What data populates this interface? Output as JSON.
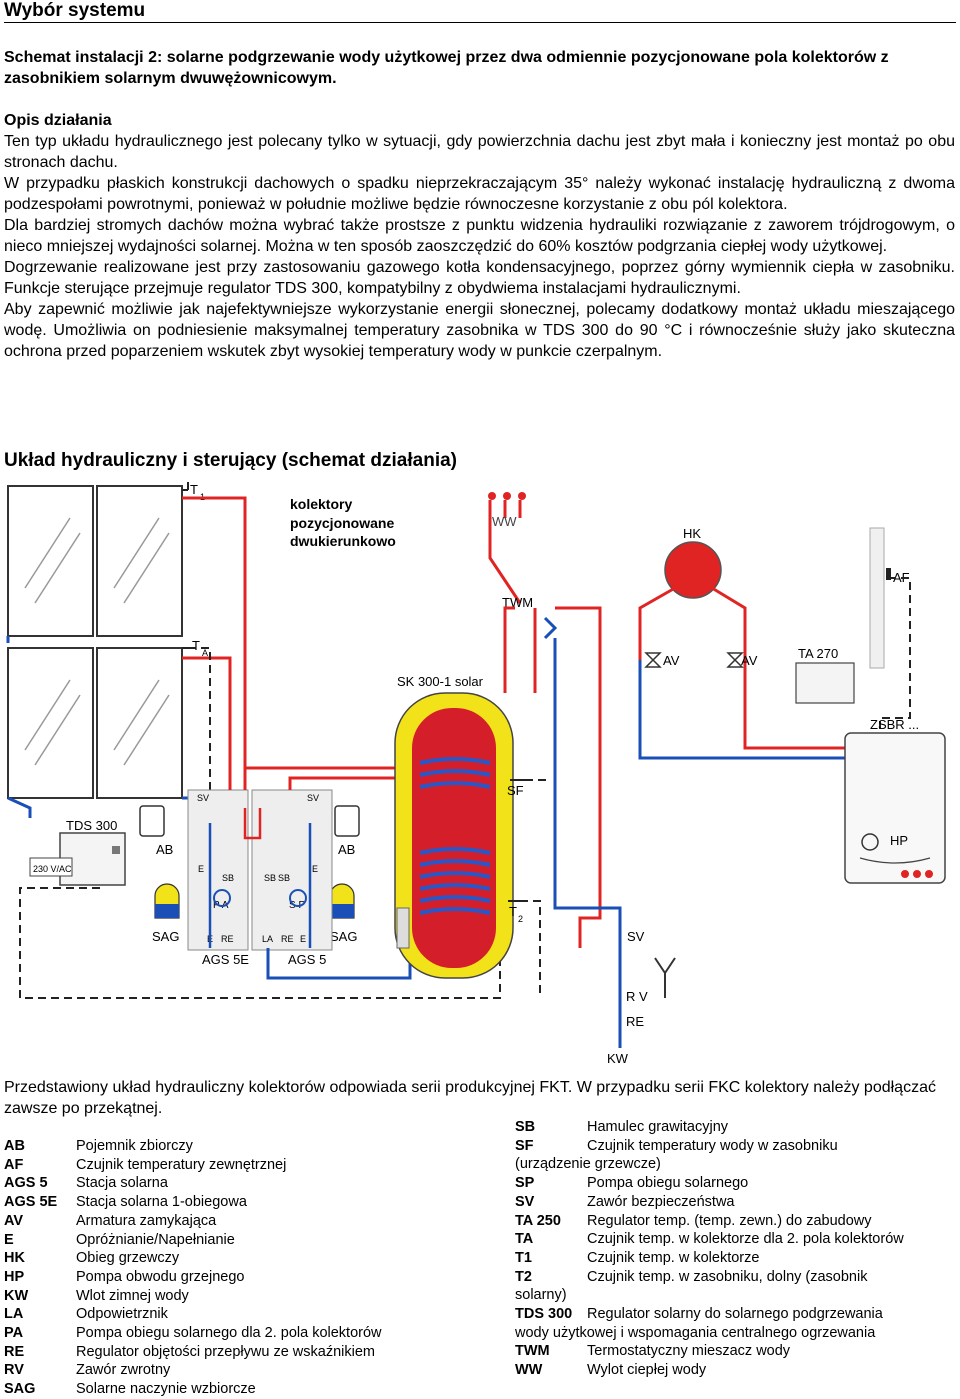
{
  "page": {
    "title": "Wybór systemu",
    "subtitle": "Schemat instalacji 2: solarne podgrzewanie wody użytkowej przez dwa odmiennie pozycjonowane pola kolektorów z zasobnikiem solarnym dwuwężownicowym.",
    "opis_heading": "Opis działania",
    "paragraphs": [
      "Ten typ układu hydraulicznego jest polecany tylko w sytuacji, gdy powierzchnia dachu jest zbyt mała i konieczny jest montaż po obu stronach dachu.",
      "W przypadku płaskich konstrukcji dachowych o spadku nieprzekraczającym 35° należy wykonać instalację hydrauliczną z dwoma podzespołami powrotnymi, ponieważ w południe możliwe będzie równoczesne korzystanie z obu pól kolektora.",
      "Dla bardziej stromych dachów można wybrać także prostsze z punktu widzenia hydrauliki rozwiązanie z zaworem trójdrogowym, o nieco mniejszej wydajności solarnej. Można w ten sposób zaoszczędzić do 60% kosztów podgrzania ciepłej wody użytkowej.",
      "Dogrzewanie realizowane jest przy zastosowaniu gazowego kotła kondensacyjnego, poprzez górny wymiennik ciepła w zasobniku. Funkcje sterujące przejmuje regulator TDS 300, kompatybilny z obydwiema instalacjami hydraulicznymi.",
      "Aby zapewnić możliwie jak najefektywniejsze wykorzystanie energii słonecznej, polecamy dodatkowy montaż układu mieszającego wodę. Umożliwia on podniesienie maksymalnej temperatury zasobnika w TDS 300 do 90 °C i równocześnie służy jako skuteczna ochrona przed poparzeniem wskutek zbyt wysokiej temperatury wody w punkcie czerpalnym."
    ],
    "section_heading": "Układ hydrauliczny i sterujący (schemat działania)",
    "note": "Przedstawiony układ hydrauliczny kolektorów odpowiada serii produkcyjnej FKT. W przypadku serii FKC kolektory należy podłączać zawsze po przekątnej."
  },
  "diagram": {
    "collector_caption": [
      "kolektory",
      "pozycjonowane",
      "dwukierunkowo"
    ],
    "labels": {
      "t1": "T",
      "t1_sub": "1",
      "ta": "T",
      "ta_sub": "A",
      "ww": "WW",
      "hk": "HK",
      "af": "AF",
      "twm": "TWM",
      "av1": "AV",
      "av2": "AV",
      "ta270": "TA 270",
      "tank": "SK 300-1 solar",
      "zsbr": "ZSBR ...",
      "sf": "SF",
      "hp": "HP",
      "t2": "T",
      "t2_sub": "2",
      "tds": "TDS 300",
      "v230": "230 V/AC",
      "ab_left": "AB",
      "ab_right": "AB",
      "sag_left": "SAG",
      "sag_right": "SAG",
      "ags5e": "AGS 5E",
      "ags5": "AGS 5",
      "sv_left": "SV",
      "sv_right": "SV",
      "sv_bottom": "SV",
      "sb1": "SB",
      "sb2": "SB",
      "sb3": "SB",
      "sb4": "SB",
      "pa": "P A",
      "sp": "S P",
      "e1": "E",
      "e2": "E",
      "e3": "E",
      "e4": "E",
      "e5": "E",
      "re1": "RE",
      "re2": "RE",
      "re3": "RE",
      "la": "LA",
      "rv": "R V",
      "re_bottom": "RE",
      "kw": "KW"
    },
    "colors": {
      "hot": "#e02424",
      "cold": "#1a4fb8",
      "tank_outer": "#f2e21a",
      "tank_inner": "#d41f2a",
      "coil": "#2a56c6",
      "control": "#222222"
    }
  },
  "legend_left": [
    {
      "code": "AB",
      "desc": "Pojemnik zbiorczy"
    },
    {
      "code": "AF",
      "desc": "Czujnik temperatury zewnętrznej"
    },
    {
      "code": "AGS 5",
      "desc": "Stacja solarna"
    },
    {
      "code": "AGS 5E",
      "desc": "Stacja solarna 1-obiegowa"
    },
    {
      "code": "AV",
      "desc": "Armatura zamykająca"
    },
    {
      "code": "E",
      "desc": "Opróżnianie/Napełnianie"
    },
    {
      "code": "HK",
      "desc": "Obieg grzewczy"
    },
    {
      "code": "HP",
      "desc": "Pompa obwodu grzejnego"
    },
    {
      "code": "KW",
      "desc": "Wlot zimnej wody"
    },
    {
      "code": "LA",
      "desc": "Odpowietrznik"
    },
    {
      "code": "PA",
      "desc": "Pompa obiegu solarnego dla 2. pola kolektorów"
    },
    {
      "code": "RE",
      "desc": "Regulator objętości przepływu ze wskaźnikiem"
    },
    {
      "code": "RV",
      "desc": "Zawór zwrotny"
    },
    {
      "code": "SAG",
      "desc": "Solarne naczynie wzbiorcze"
    }
  ],
  "legend_right": [
    {
      "code": "SB",
      "desc": "Hamulec grawitacyjny",
      "wrap": ""
    },
    {
      "code": "SF",
      "desc": "Czujnik temperatury wody w zasobniku",
      "wrap": "(urządzenie grzewcze)"
    },
    {
      "code": "SP",
      "desc": "Pompa obiegu solarnego",
      "wrap": ""
    },
    {
      "code": "SV",
      "desc": "Zawór bezpieczeństwa",
      "wrap": ""
    },
    {
      "code": "TA 250",
      "desc": "Regulator temp. (temp. zewn.) do zabudowy",
      "wrap": ""
    },
    {
      "code": "TA",
      "desc": "Czujnik temp. w kolektorze dla 2. pola kolektorów",
      "wrap": ""
    },
    {
      "code": "T1",
      "desc": "Czujnik temp. w kolektorze",
      "wrap": ""
    },
    {
      "code": "T2",
      "desc": "Czujnik temp. w zasobniku, dolny (zasobnik",
      "wrap": "solarny)"
    },
    {
      "code": "TDS 300",
      "desc": "Regulator solarny do solarnego podgrzewania",
      "wrap": "wody użytkowej i wspomagania centralnego ogrzewania"
    },
    {
      "code": "TWM",
      "desc": "Termostatyczny mieszacz wody",
      "wrap": ""
    },
    {
      "code": "WW",
      "desc": "Wylot ciepłej wody",
      "wrap": ""
    }
  ]
}
